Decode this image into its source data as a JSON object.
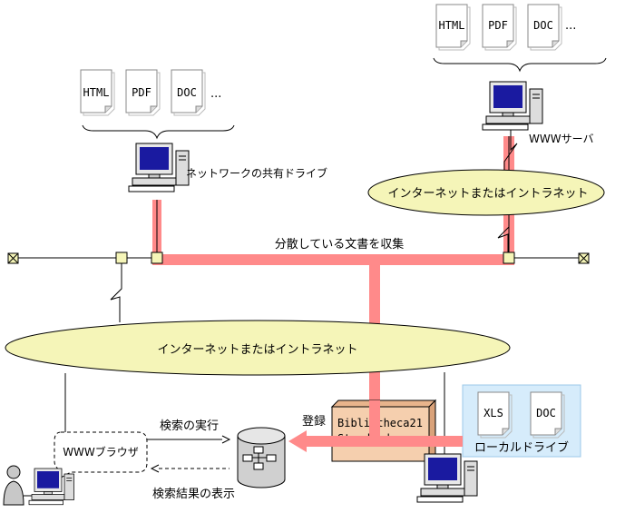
{
  "documents": {
    "top_right": [
      "HTML",
      "PDF",
      "DOC"
    ],
    "top_left": [
      "HTML",
      "PDF",
      "DOC"
    ],
    "local": [
      "XLS",
      "DOC"
    ],
    "ellipsis": "..."
  },
  "labels": {
    "www_server": "WWWサーバ",
    "shared_drive": "ネットワークの共有ドライブ",
    "intranet_small": "インターネットまたはイントラネット",
    "intranet_large": "インターネットまたはイントラネット",
    "collect": "分散している文書を収集",
    "register": "登録",
    "product_line1": "Bibliotheca21",
    "product_line2": "Standard",
    "local_drive": "ローカルドライブ",
    "browser": "WWWブラウザ",
    "search_exec": "検索の実行",
    "search_result": "検索結果の表示"
  },
  "colors": {
    "pipe": "#ff8a8a",
    "pipe_dark": "#e05050",
    "cloud_fill": "#f5f5b8",
    "box_fill": "#f5cfae",
    "local_fill": "#d6ecfb",
    "monitor_screen": "#1a1aa0"
  }
}
